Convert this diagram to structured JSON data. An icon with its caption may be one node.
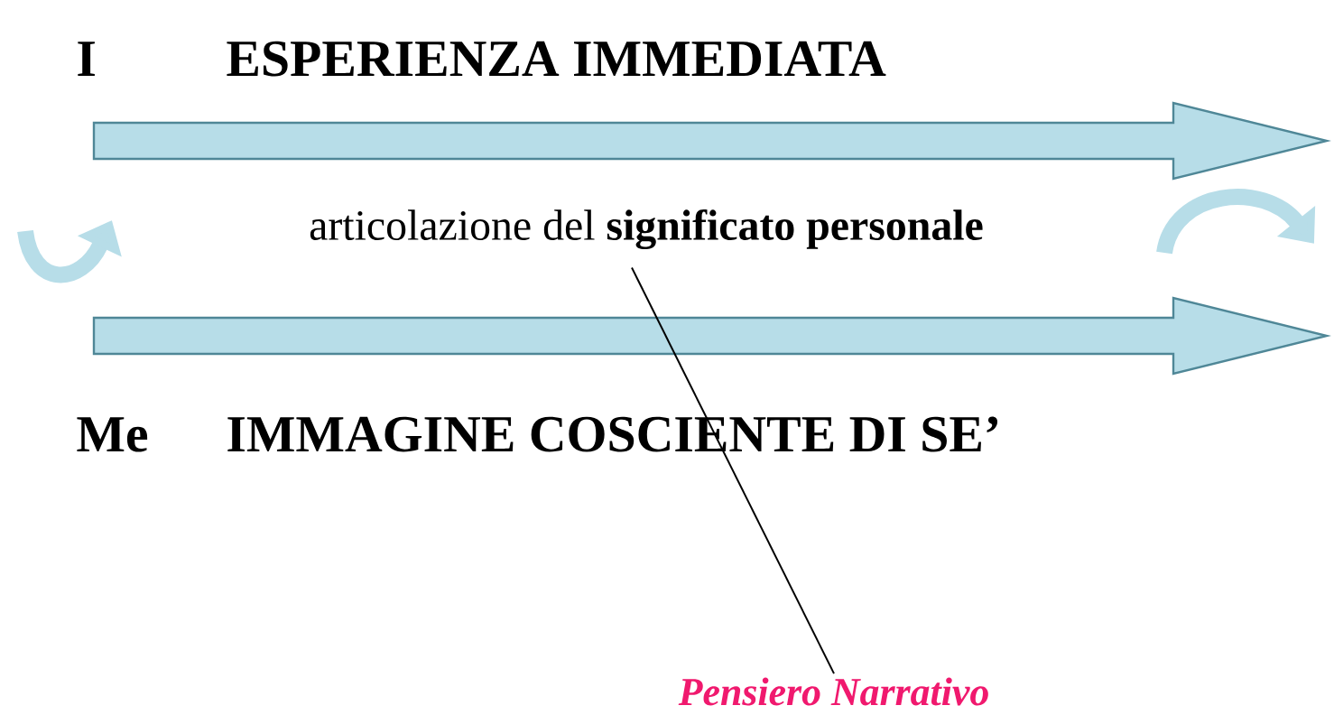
{
  "diagram": {
    "nodes": [
      {
        "text": [
          "articolazione del **significato personale**"
        ]
      },
      {
        "text": [
          "Pensiero Narrativo"
        ]
      }
    ],
    "edges": [
      {
        "from": 1,
        "to": 0,
        "arrow": "none"
      }
    ],
    "labels": [
      "I",
      "ESPERIENZA IMMEDIATA",
      "Me",
      "IMMAGINE COSCIENTE DI SE’"
    ]
  }
}
